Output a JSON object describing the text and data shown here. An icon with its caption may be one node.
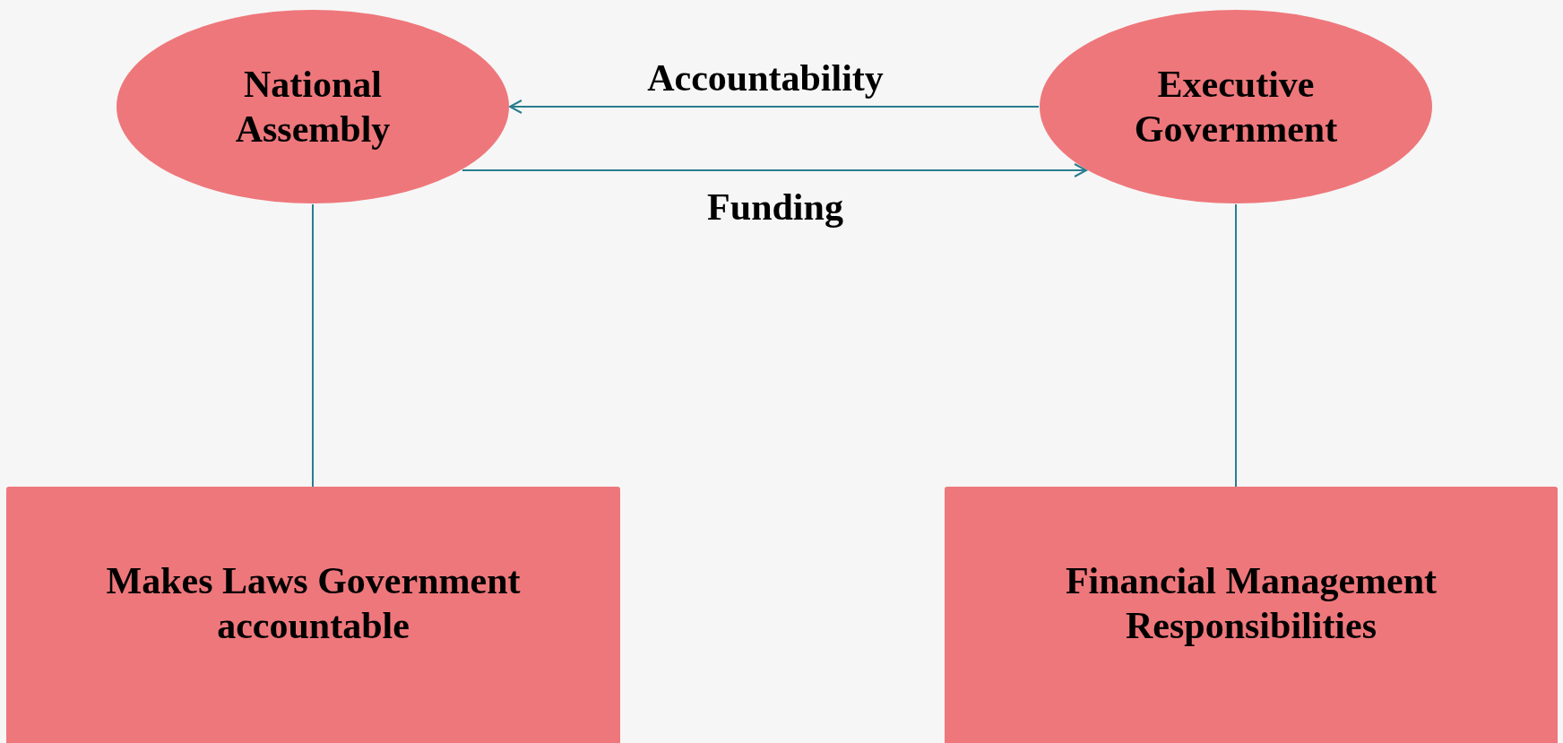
{
  "diagram": {
    "nodes": [
      {
        "text": [
          "National Assembly"
        ]
      },
      {
        "text": [
          "Executive Government"
        ]
      },
      {
        "text": [
          "Makes Laws Government accountable"
        ]
      },
      {
        "text": [
          "Financial Management Responsibilities"
        ]
      }
    ],
    "edges": [
      {
        "from": 1,
        "to": 0,
        "arrow": "to",
        "label": "Accountability"
      },
      {
        "from": 0,
        "to": 1,
        "arrow": "to",
        "label": "Funding"
      },
      {
        "from": 0,
        "to": 2,
        "arrow": "none"
      },
      {
        "from": 1,
        "to": 3,
        "arrow": "none"
      }
    ]
  }
}
